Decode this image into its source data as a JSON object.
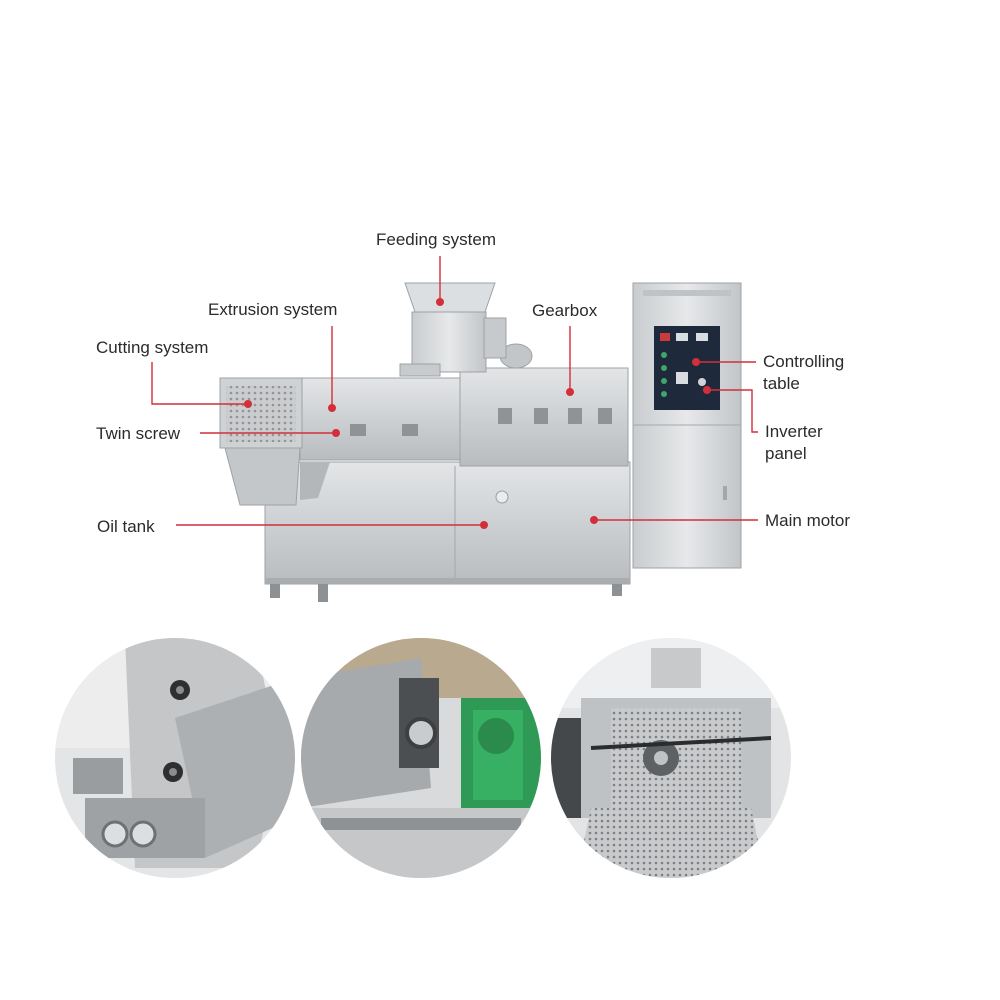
{
  "labels": {
    "feeding_system": "Feeding system",
    "extrusion_system": "Extrusion system",
    "gearbox": "Gearbox",
    "cutting_system": "Cutting system",
    "twin_screw": "Twin screw",
    "controlling_table": "Controlling\ntable",
    "inverter_panel": "Inverter\npanel",
    "oil_tank": "Oil tank",
    "main_motor": "Main motor"
  },
  "colors": {
    "callout": "#d32f3a",
    "steel_light": "#d7d9db",
    "steel_mid": "#b9bcbf",
    "steel_dark": "#8f9396",
    "gearbox_green": "#2f9a55",
    "panel_dark": "#1e2a3c"
  }
}
